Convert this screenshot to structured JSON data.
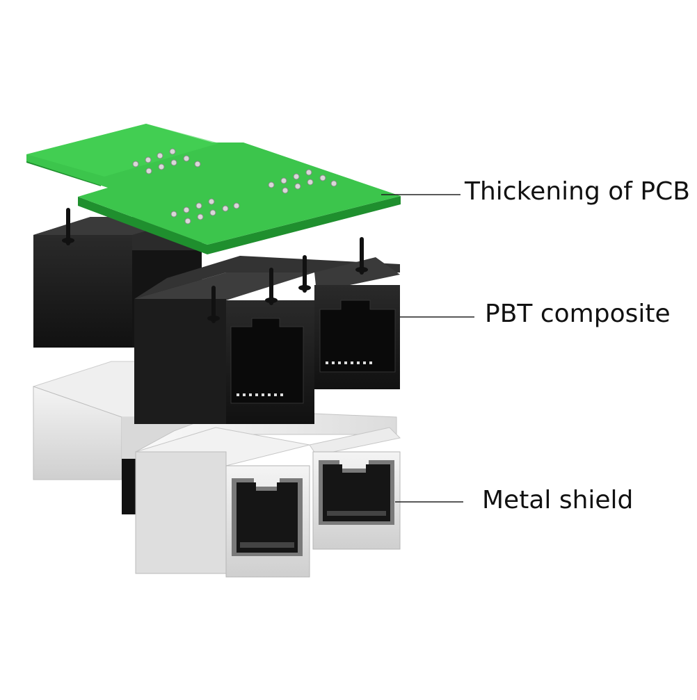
{
  "diagram": {
    "layers": [
      {
        "id": "pcb",
        "label": "Thickening of PCB"
      },
      {
        "id": "pbt",
        "label": "PBT composite"
      },
      {
        "id": "metal",
        "label": "Metal shield"
      }
    ]
  },
  "colors": {
    "pcb_green": "#39c24a",
    "pcb_green_dark": "#1f8f2e",
    "housing_black": "#1a1a1a",
    "shield_silver": "#e6e6e6",
    "callout_line": "#222222"
  }
}
